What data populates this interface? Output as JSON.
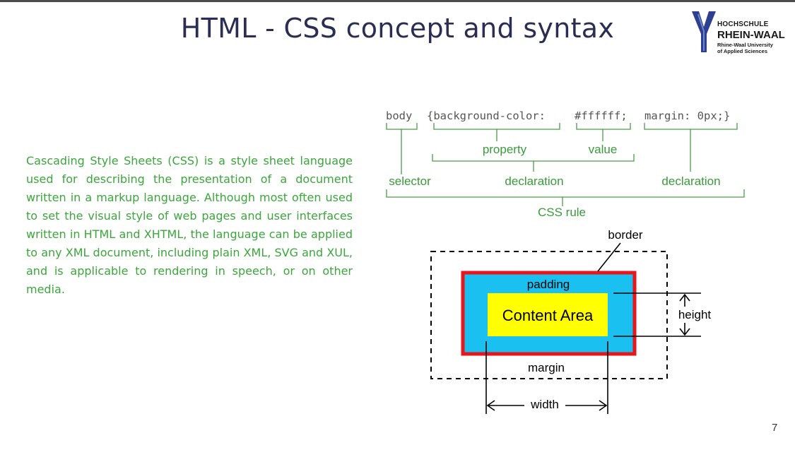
{
  "slide": {
    "title": "HTML - CSS concept and syntax",
    "page_number": "7",
    "body_text": "Cascading Style Sheets (CSS) is a style sheet language used for describing the presentation of a document written in a markup language. Although most often used to set the visual style of web pages and user interfaces written in HTML and XHTML, the language can be applied to any XML document, including plain XML, SVG and XUL, and is applicable to rendering in speech, or on other media."
  },
  "logo": {
    "line1": "HOCHSCHULE",
    "line2": "RHEIN-WAAL",
    "line3": "Rhine-Waal University",
    "line4": "of Applied Sciences"
  },
  "syntax_diagram": {
    "code_selector": "body",
    "code_property": "{background-color:",
    "code_value": "#ffffff;",
    "code_declaration2": "margin: 0px;}",
    "label_property": "property",
    "label_value": "value",
    "label_selector": "selector",
    "label_declaration_1": "declaration",
    "label_declaration_2": "declaration",
    "label_rule": "CSS rule"
  },
  "box_model": {
    "label_border": "border",
    "label_padding": "padding",
    "label_content": "Content Area",
    "label_height": "height",
    "label_margin": "margin",
    "label_width": "width"
  },
  "colors": {
    "title": "#2b2d52",
    "body_text": "#3ba63b",
    "label_text": "#3a9a3a",
    "code_text": "#555555",
    "border_red": "#e8161b",
    "padding_cyan": "#19c0f0",
    "content_yellow": "#ffff00",
    "logo_blue": "#2e3f8f"
  }
}
